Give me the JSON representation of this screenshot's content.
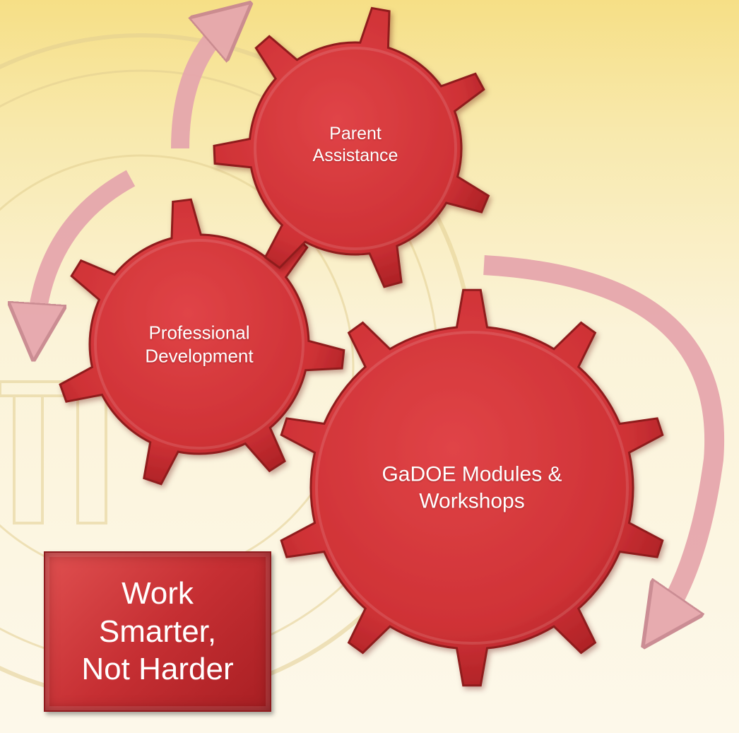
{
  "gears": [
    {
      "id": "parent",
      "label": "Parent\nAssistance"
    },
    {
      "id": "professional",
      "label": "Professional\nDevelopment"
    },
    {
      "id": "modules",
      "label": "GaDOE Modules &\nWorkshops"
    }
  ],
  "tagline": "Work\nSmarter,\nNot Harder",
  "colors": {
    "gear_fill": "#d2363a",
    "gear_dark": "#a51e22",
    "arrow": "#e6a7ad",
    "box_fill": "#c62f33",
    "seal": "#e8d59a"
  }
}
